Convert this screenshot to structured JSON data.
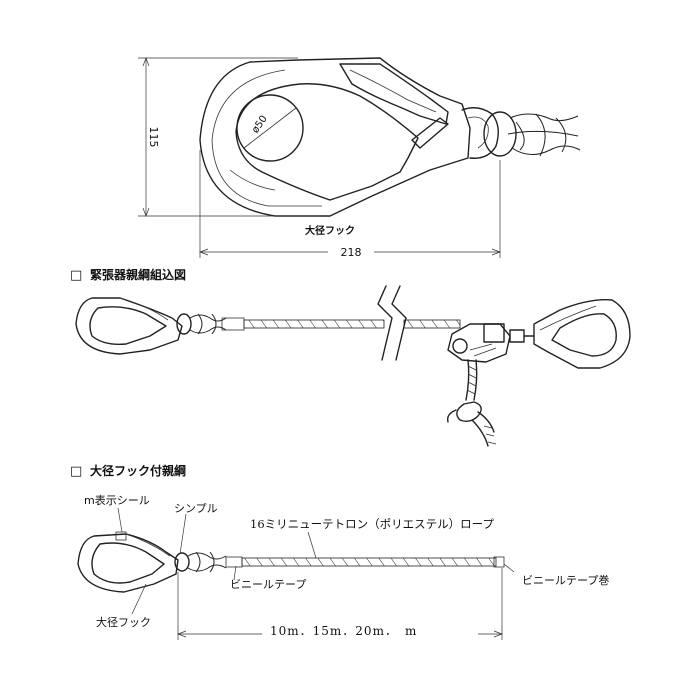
{
  "figure1": {
    "dim_height": "115",
    "dim_width": "218",
    "diameter_label": "ø50",
    "caption": "大径フック"
  },
  "section1": {
    "checkbox": "□",
    "title": "緊張器親綱組込図"
  },
  "section2": {
    "checkbox": "□",
    "title": "大径フック付親綱"
  },
  "figure3": {
    "label_seal": "m表示シール",
    "label_thimble": "シンプル",
    "label_rope": "16ミリニューテトロン（ポリエステル）ロープ",
    "label_vinyl_tape": "ビニールテープ",
    "label_vinyl_tape_wrap": "ビニールテープ巻",
    "label_hook": "大径フック",
    "length_label": "10m．15m．20m．　m"
  },
  "colors": {
    "line": "#222222",
    "text": "#111111",
    "background": "#ffffff"
  }
}
